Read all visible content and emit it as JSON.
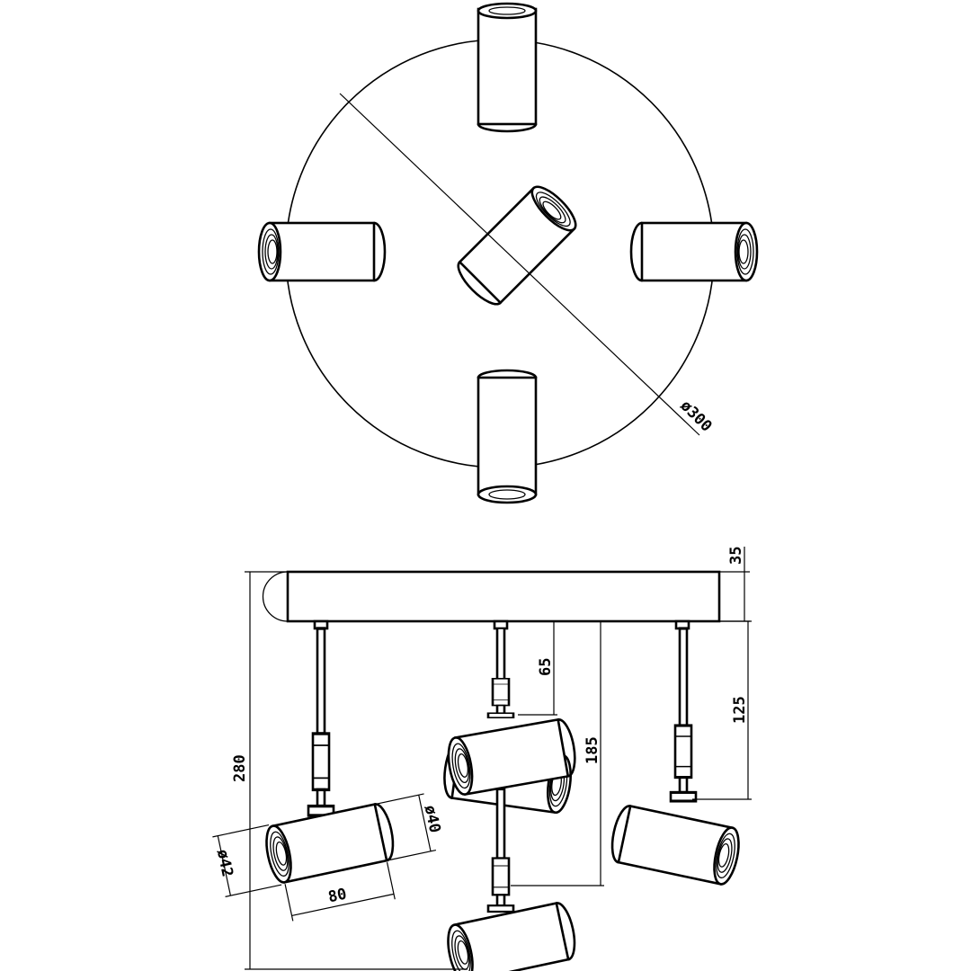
{
  "diagram": {
    "top_view": {
      "diameter_label": "ø300"
    },
    "side_view": {
      "labels": {
        "base_height": "35",
        "stem_short": "65",
        "stem_right": "125",
        "stem_center": "185",
        "overall_height": "280",
        "spot_length": "80",
        "spot_diameter_back": "ø40",
        "spot_diameter_front": "ø42"
      }
    }
  }
}
